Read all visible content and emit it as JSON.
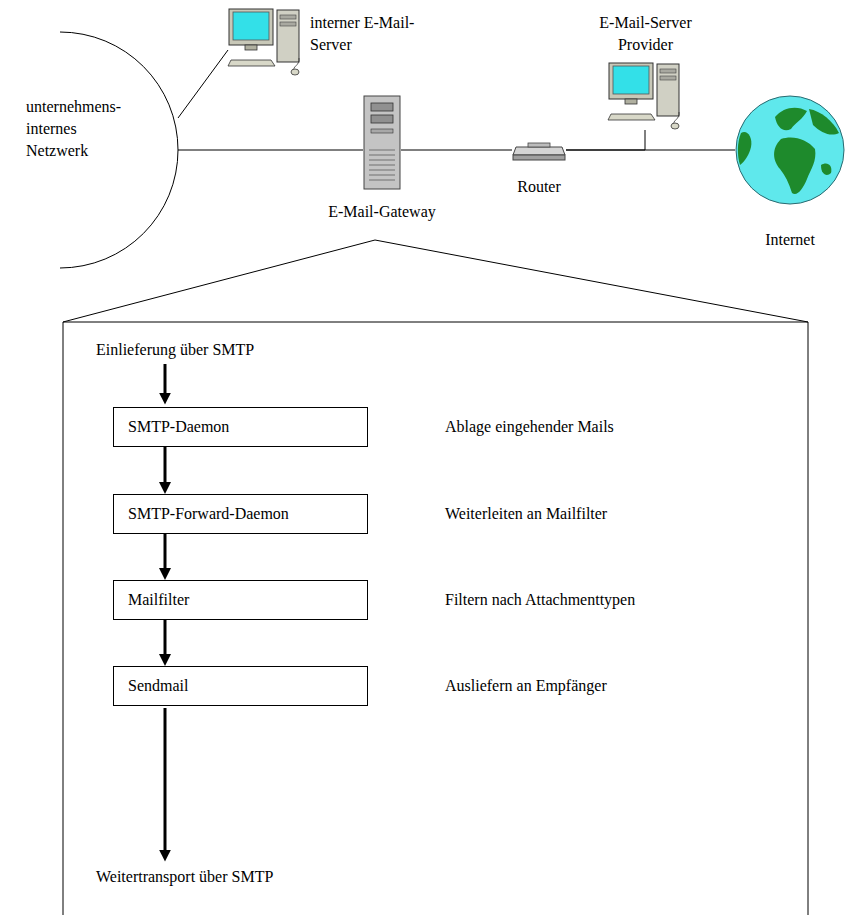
{
  "diagram": {
    "nodes": [
      {
        "text": [
          "unternehmens- internes Netzwerk"
        ]
      },
      {
        "text": [
          "interner E-Mail-Server"
        ]
      },
      {
        "text": [
          "E-Mail-Gateway"
        ]
      },
      {
        "text": [
          "Router"
        ]
      },
      {
        "text": [
          "E-Mail-Server Provider"
        ]
      },
      {
        "text": [
          "Internet"
        ]
      },
      {
        "text": [
          "SMTP-Daemon"
        ]
      },
      {
        "text": [
          "SMTP-Forward-Daemon"
        ]
      },
      {
        "text": [
          "Mailfilter"
        ]
      },
      {
        "text": [
          "Sendmail"
        ]
      }
    ],
    "edges": [
      {
        "from": 0,
        "to": 1,
        "arrow": "none"
      },
      {
        "from": 0,
        "to": 2,
        "arrow": "none"
      },
      {
        "from": 2,
        "to": 3,
        "arrow": "none"
      },
      {
        "from": 3,
        "to": 5,
        "arrow": "none"
      },
      {
        "from": 3,
        "to": 4,
        "arrow": "none"
      },
      {
        "from": 6,
        "to": 7,
        "arrow": "to"
      },
      {
        "from": 7,
        "to": 8,
        "arrow": "to"
      },
      {
        "from": 8,
        "to": 9,
        "arrow": "to"
      }
    ],
    "labels": [
      "Einlieferung über SMTP",
      "Ablage eingehender Mails",
      "Weiterleiten an Mailfilter",
      "Filtern nach Attachmenttypen",
      "Ausliefern an Empfänger",
      "Weitertransport über SMTP"
    ]
  }
}
